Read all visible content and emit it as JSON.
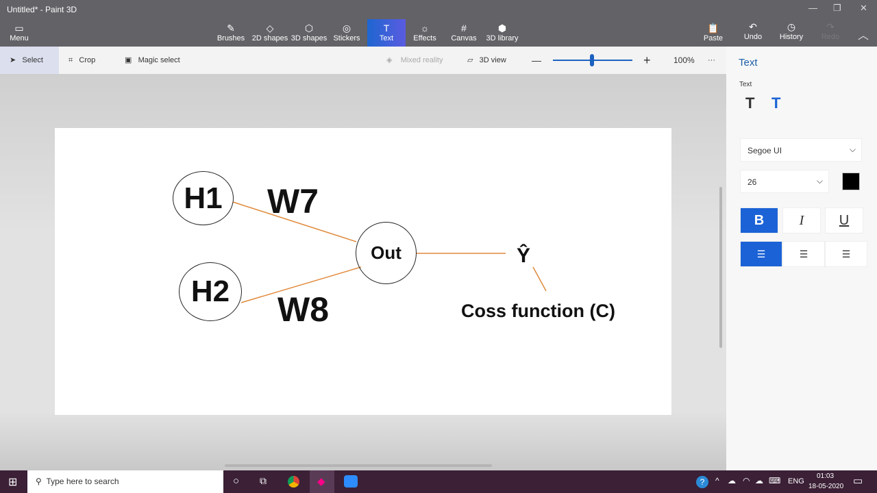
{
  "window": {
    "title": "Untitled* - Paint 3D"
  },
  "toolbar": {
    "menu": "Menu",
    "tools": [
      "Brushes",
      "2D shapes",
      "3D shapes",
      "Stickers",
      "Text",
      "Effects",
      "Canvas",
      "3D library"
    ],
    "active": "Text",
    "paste": "Paste",
    "undo": "Undo",
    "history": "History",
    "redo": "Redo"
  },
  "ribbon": {
    "select": "Select",
    "crop": "Crop",
    "magic_select": "Magic select",
    "mixed_reality": "Mixed reality",
    "view3d": "3D view",
    "zoom": "100%",
    "zoom_level_percent": 100
  },
  "diagram": {
    "h1": "H1",
    "h2": "H2",
    "out": "Out",
    "w7": "W7",
    "w8": "W8",
    "yhat": "Ŷ",
    "cost": "Coss function (C)",
    "line_color": "#e08a3c"
  },
  "panel": {
    "title": "Text",
    "section": "Text",
    "font": "Segoe UI",
    "size": "26",
    "color": "#000000",
    "bold": "B",
    "italic": "I",
    "underline": "U",
    "accent": "#1b62d6"
  },
  "taskbar": {
    "search_placeholder": "Type here to search",
    "lang": "ENG",
    "time": "01:03",
    "date": "18-05-2020"
  }
}
